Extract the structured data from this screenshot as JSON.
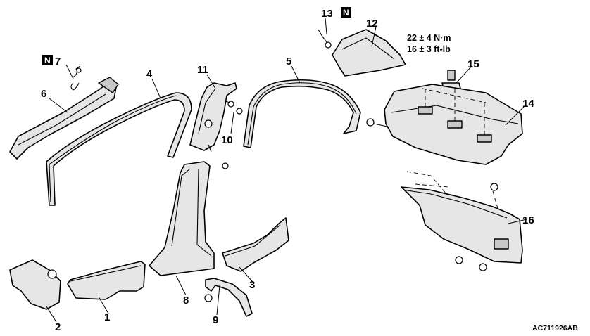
{
  "callouts": {
    "c1": "1",
    "c2": "2",
    "c3": "3",
    "c4": "4",
    "c5": "5",
    "c6": "6",
    "c7": "7",
    "c8": "8",
    "c9": "9",
    "c10": "10",
    "c11": "11",
    "c12": "12",
    "c13": "13",
    "c14": "14",
    "c15": "15",
    "c16": "16"
  },
  "badges": {
    "n7": "N",
    "n13": "N"
  },
  "torque": {
    "metric": "22 ± 4 N·m",
    "imperial": "16 ± 3 ft-lb"
  },
  "reference": "AC711926AB"
}
